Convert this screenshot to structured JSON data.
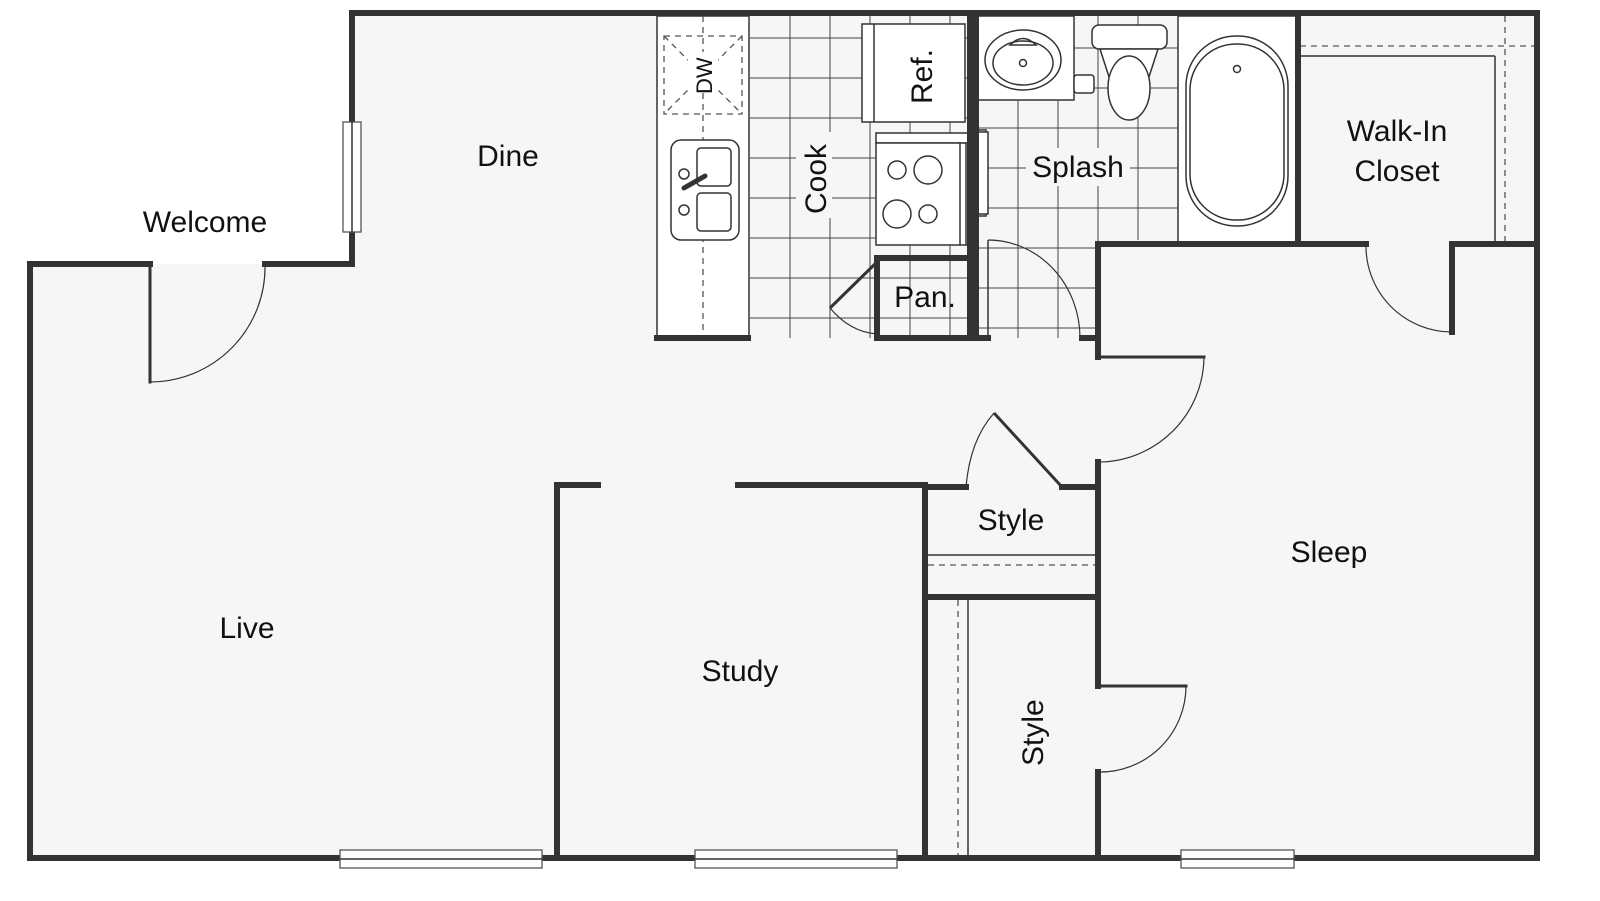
{
  "floor_plan": {
    "rooms": {
      "welcome": "Welcome",
      "dine": "Dine",
      "cook": "Cook",
      "splash": "Splash",
      "walk_in_closet_line1": "Walk-In",
      "walk_in_closet_line2": "Closet",
      "live": "Live",
      "study": "Study",
      "sleep": "Sleep",
      "style_upper": "Style",
      "style_lower": "Style",
      "pantry": "Pan."
    },
    "fixtures": {
      "dishwasher": "DW",
      "refrigerator": "Ref."
    },
    "colors": {
      "wall": "#333333",
      "floor": "#f6f6f6",
      "background": "#ffffff",
      "text": "#111111"
    }
  }
}
